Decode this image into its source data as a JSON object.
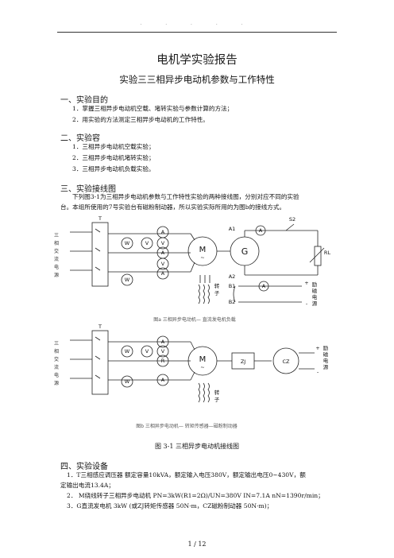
{
  "header": {
    "dots": "· · · · ·"
  },
  "doc": {
    "title": "电机学实验报告",
    "subtitle": "实验三三相异步电动机参数与工作特性"
  },
  "sections": {
    "s1": {
      "heading": "一、实验目的",
      "items": [
        "1．掌握三相异步电动机空载、堵转实验与参数计算的方法；",
        "2．用实验的方法测定三相异步电动机的工作特性。"
      ]
    },
    "s2": {
      "heading": "二、实验容",
      "items": [
        "1．三相异步电动机空载实验；",
        "2．三相异步电动机堵转实验；",
        "3．三相异步电动机负载实验。"
      ]
    },
    "s3": {
      "heading": "三、实验接线图",
      "para1": "下列图3-1为三相异步电动机参数与工作特性实验的两种接线图，分别对应不同的实验",
      "para2": "台。本组所使用的7号实验台有磁粉制动器，所以实验实际所用的为图b的接线方式。"
    },
    "s4": {
      "heading": "四、实验设备",
      "line1": "1．T三相感应调压器  额定容量10kVA，额定输入电压380V，额定输出电压0~430V，额",
      "line2": "定输出电流13.4A；",
      "line3": "2．  M绕线转子三相异步电动机 PN=3kW(R1=2Ω)/UN=380V   IN=7.1A   nN=1390r/min；",
      "line4": "3．G直流发电机  3kW (或ZJ转矩传感器 50N·m，CZ磁粉制动器 50N·m)；"
    }
  },
  "figure": {
    "source_label": [
      "三",
      "相",
      "交",
      "流",
      "电",
      "源"
    ],
    "T": "T",
    "W": "W",
    "V": "V",
    "A": "A",
    "R": "R",
    "M": "M",
    "tilde": "~",
    "G": "G",
    "A1": "A1",
    "A2": "A2",
    "S2": "S2",
    "RL": "RL",
    "B1": "B1",
    "B2": "B2",
    "rotor": [
      "转",
      "子"
    ],
    "excite": [
      "励",
      "磁",
      "电",
      "源"
    ],
    "ZJ": "ZJ",
    "CZ": "CZ",
    "plus": "+",
    "minus": "-",
    "cap_a": "图a  三相异步电动机— 直流发电机负载",
    "cap_b": "图b  三相异步电动机— 转矩传感器—磁粉制动器",
    "cap_main": "图 3-1  三相异步电动机接线图"
  },
  "footer": {
    "page": "1  /  12"
  }
}
